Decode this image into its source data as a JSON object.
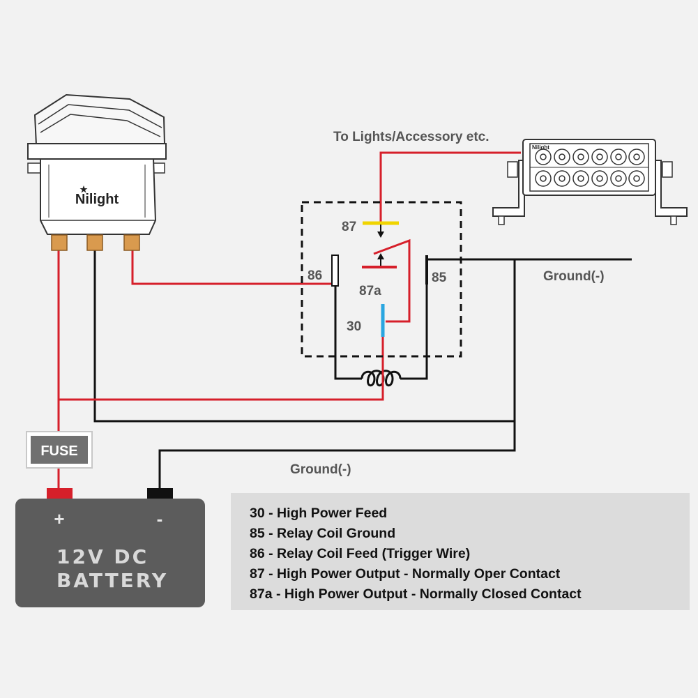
{
  "labels": {
    "to_lights": "To Lights/Accessory etc.",
    "ground_right": "Ground(-)",
    "ground_bottom": "Ground(-)",
    "fuse": "FUSE",
    "switch_brand": "Nilight",
    "lightbar_brand": "Nilight"
  },
  "battery": {
    "plus": "+",
    "minus": "-",
    "line1": "12V DC",
    "line2": "BATTERY"
  },
  "relay_pins": {
    "p87": "87",
    "p86": "86",
    "p85": "85",
    "p87a": "87a",
    "p30": "30"
  },
  "legend": [
    "30 - High Power Feed",
    "85 - Relay Coil Ground",
    "86 - Relay Coil Feed (Trigger Wire)",
    "87 - High Power Output - Normally Oper Contact",
    "87a - High Power Output - Normally Closed Contact"
  ],
  "colors": {
    "power_wire": "#d61f2a",
    "ground_wire": "#111111",
    "pin_87": "#f0d400",
    "pin_30": "#2aa6e0",
    "battery_body": "#5c5c5c",
    "legend_bg": "#dcdcdc"
  }
}
